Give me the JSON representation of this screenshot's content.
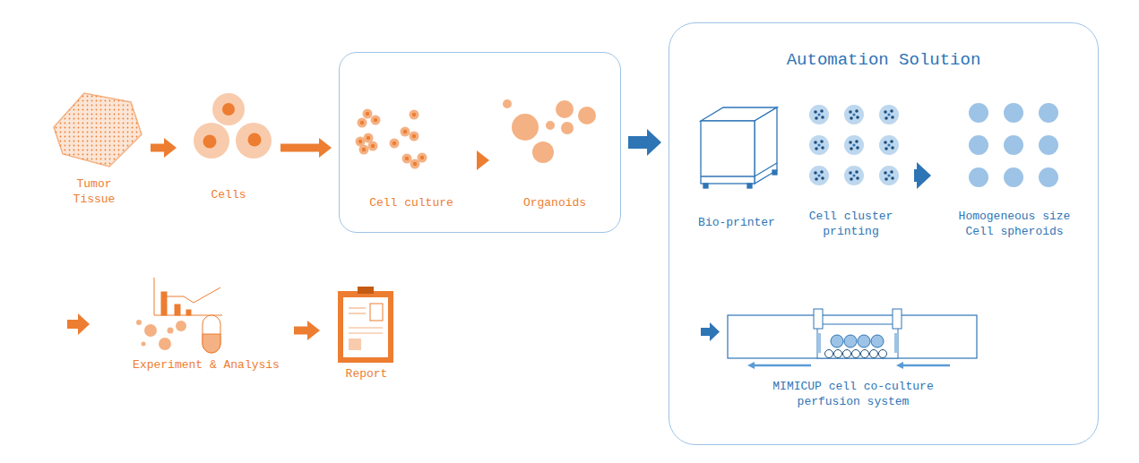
{
  "diagram": {
    "nodes": [
      {
        "text": [
          "Tumor Tissue"
        ]
      },
      {
        "text": [
          "Cells"
        ]
      },
      {
        "text": []
      },
      {
        "text": [
          "Cell culture"
        ],
        "in": 2
      },
      {
        "text": [
          "Organoids"
        ],
        "in": 2
      },
      {
        "text": [
          "Automation Solution"
        ]
      },
      {
        "text": [
          "Bio-printer"
        ],
        "in": 5
      },
      {
        "text": [
          "Cell cluster printing"
        ],
        "in": 5
      },
      {
        "text": [
          "Homogeneous size Cell spheroids"
        ],
        "in": 5
      },
      {
        "text": [
          "MIMICUP cell co-culture perfusion system"
        ],
        "in": 5
      },
      {
        "text": [
          "Experiment & Analysis"
        ]
      },
      {
        "text": [
          "Report"
        ]
      }
    ],
    "edges": [
      {
        "from": 0,
        "to": 1,
        "arrow": "to"
      },
      {
        "from": 1,
        "to": 2,
        "arrow": "to"
      },
      {
        "from": 3,
        "to": 4,
        "arrow": "to"
      },
      {
        "from": 2,
        "to": 5,
        "arrow": "to"
      },
      {
        "from": 7,
        "to": 8,
        "arrow": "to"
      },
      {
        "from": 10,
        "to": 11,
        "arrow": "to"
      }
    ]
  }
}
